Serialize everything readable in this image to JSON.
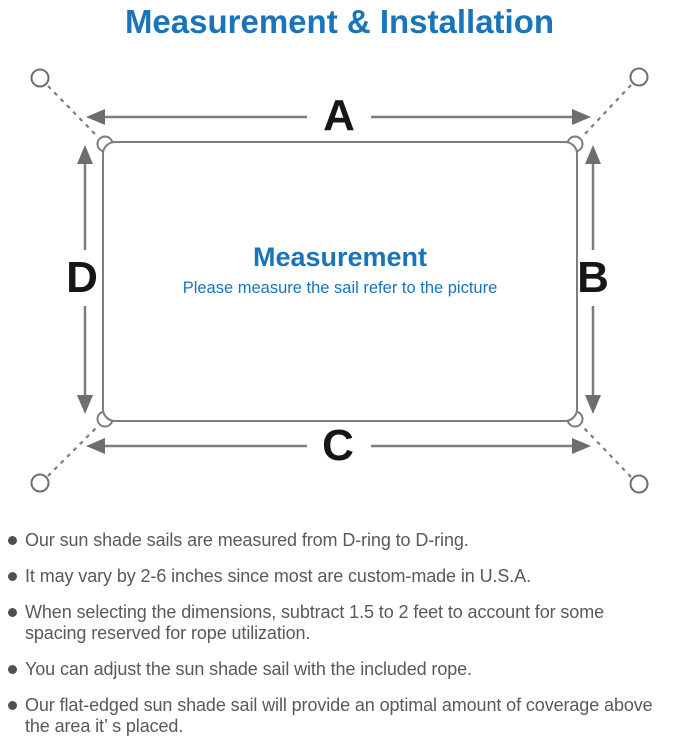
{
  "title": "Measurement & Installation",
  "diagram": {
    "side_labels": {
      "top": "A",
      "right": "B",
      "bottom": "C",
      "left": "D"
    },
    "heading": "Measurement",
    "subheading": "Please measure the sail refer to the picture"
  },
  "notes": {
    "items": [
      "Our sun shade sails are measured from D-ring to D-ring.",
      "It may vary by 2-6 inches since most are custom-made in U.S.A.",
      "When selecting the dimensions, subtract 1.5 to 2 feet to account for some spacing reserved for rope utilization.",
      "You can adjust the sun shade sail with the included rope.",
      "Our flat-edged sun shade sail will provide an optimal amount of coverage above the area it’ s placed."
    ]
  },
  "colors": {
    "accent_blue": "#1a74ba",
    "line_gray": "#7c7d80",
    "arrow_gray": "#6d6e70",
    "text_gray": "#58595b",
    "letter_black": "#161616"
  }
}
